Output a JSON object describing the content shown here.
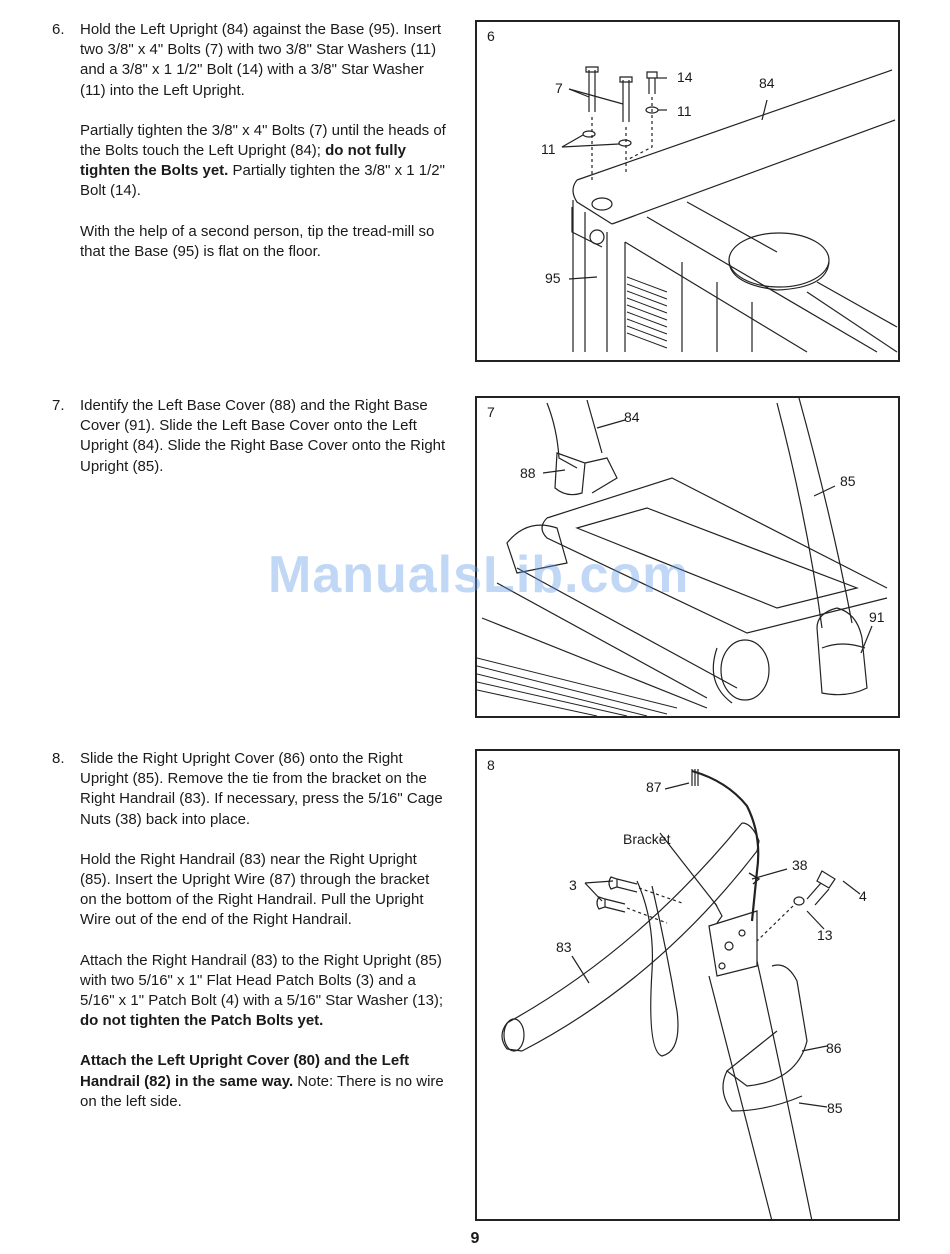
{
  "steps": [
    {
      "number": "6.",
      "paragraphs": [
        [
          {
            "t": "Hold the Left Upright (84) against the Base (95). Insert two 3/8\" x 4\" Bolts (7) with two 3/8\" Star Washers (11) and a 3/8\" x 1 1/2\" Bolt (14) with a 3/8\" Star Washer (11) into the Left Upright."
          }
        ],
        [
          {
            "t": "Partially tighten the 3/8\" x 4\" Bolts (7) until the heads of the Bolts touch the Left Upright (84); "
          },
          {
            "t": "do not fully tighten the Bolts yet.",
            "b": true
          },
          {
            "t": " Partially tighten the 3/8\" x 1 1/2\" Bolt (14)."
          }
        ],
        [
          {
            "t": "With the help of a second person, tip the tread-mill so that the Base (95) is flat on the floor."
          }
        ]
      ],
      "figure": {
        "label": "6",
        "callouts": [
          {
            "id": "c7",
            "text": "7"
          },
          {
            "id": "c14",
            "text": "14"
          },
          {
            "id": "c84",
            "text": "84"
          },
          {
            "id": "c11a",
            "text": "11"
          },
          {
            "id": "c11b",
            "text": "11"
          },
          {
            "id": "c95",
            "text": "95"
          }
        ]
      }
    },
    {
      "number": "7.",
      "paragraphs": [
        [
          {
            "t": "Identify the Left Base Cover (88) and the Right Base Cover (91). Slide the Left Base Cover onto the Left Upright (84). Slide the Right Base Cover onto the Right Upright (85)."
          }
        ]
      ],
      "figure": {
        "label": "7",
        "callouts": [
          {
            "id": "c84",
            "text": "84"
          },
          {
            "id": "c88",
            "text": "88"
          },
          {
            "id": "c85",
            "text": "85"
          },
          {
            "id": "c91",
            "text": "91"
          }
        ]
      }
    },
    {
      "number": "8.",
      "paragraphs": [
        [
          {
            "t": "Slide the Right Upright Cover (86) onto the Right Upright (85). Remove the tie from the bracket on the Right Handrail (83). If necessary, press the 5/16\" Cage Nuts (38) back into place."
          }
        ],
        [
          {
            "t": "Hold the Right Handrail (83) near the Right Upright (85). Insert the Upright Wire (87) through the bracket on the bottom of the Right Handrail. Pull the Upright Wire out of the end of the Right Handrail."
          }
        ],
        [
          {
            "t": "Attach the Right Handrail (83) to the Right Upright (85) with two 5/16\" x 1\" Flat Head Patch Bolts (3) and a 5/16\" x 1\" Patch Bolt (4) with a 5/16\" Star Washer (13); "
          },
          {
            "t": "do not tighten the Patch Bolts yet.",
            "b": true
          }
        ],
        [
          {
            "t": "Attach the Left Upright Cover (80) and the Left Handrail (82) in the same way.",
            "b": true
          },
          {
            "t": " Note: There is no wire on the left side."
          }
        ]
      ],
      "figure": {
        "label": "8",
        "callouts": [
          {
            "id": "c87",
            "text": "87"
          },
          {
            "id": "cBracket",
            "text": "Bracket"
          },
          {
            "id": "c38",
            "text": "38"
          },
          {
            "id": "c3",
            "text": "3"
          },
          {
            "id": "c4",
            "text": "4"
          },
          {
            "id": "c13",
            "text": "13"
          },
          {
            "id": "c83",
            "text": "83"
          },
          {
            "id": "c86",
            "text": "86"
          },
          {
            "id": "c85",
            "text": "85"
          }
        ]
      }
    }
  ],
  "page_number": "9",
  "watermark": "ManualsLib.com"
}
